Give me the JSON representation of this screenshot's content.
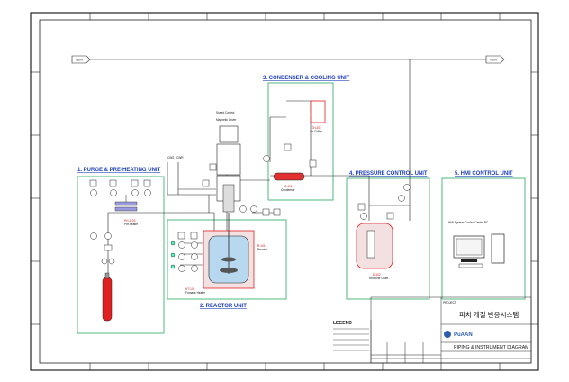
{
  "units": {
    "purge": "1. PURGE & PRE-HEATING UNIT",
    "reactor": "2. REACTOR UNIT",
    "condenser": "3. CONDENSER & COOLING UNIT",
    "pressure": "4. PRESSURE CONTROL UNIT",
    "hmi": "5. HMI CONTROL UNIT"
  },
  "vent": {
    "left": "VENT",
    "right": "VENT"
  },
  "equipment": {
    "preheater_tag": "PH-1103",
    "preheater_name": "Pre-heater",
    "reactor_tag": "R-101",
    "reactor_name": "Reactor",
    "furnace_tag": "HT-101",
    "furnace_name": "Furnace Heater",
    "condenser_tag": "C-101",
    "condenser_name": "Condenser",
    "chiller_tag": "CH-201",
    "chiller_name": "Air Chiller",
    "receiver_tag": "D-102",
    "receiver_name": "Receiver Drum",
    "drive_label": "Speed Control",
    "motor_label": "Magnetic Driver",
    "cws": "CWS",
    "cwr": "CWR",
    "hmi_label": "HMI System Control Center PC"
  },
  "legend": {
    "title": "LEGEND"
  },
  "titleblock": {
    "project_label": "PROJECT",
    "project_name": "피치 개질 반응시스템",
    "company": "PuAAN",
    "drawing_title": "PIPING & INSTRUMENT DIAGRAM"
  },
  "colors": {
    "unit_box": "#3cb371",
    "title_blue": "#1f3fbf",
    "equip_red": "#e02020",
    "line": "#222222"
  }
}
